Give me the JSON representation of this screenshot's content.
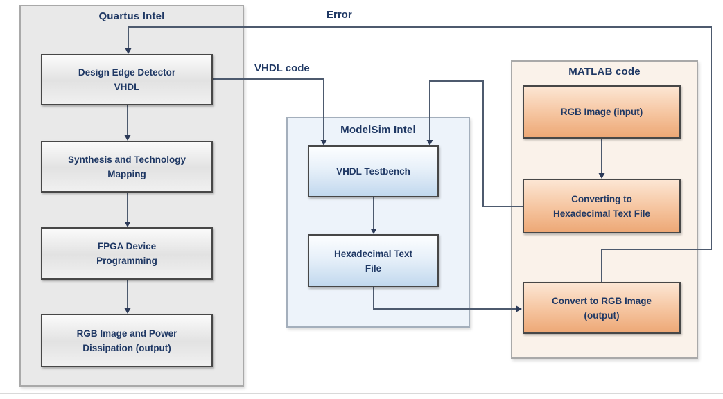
{
  "colors": {
    "page-bg": "#ffffff",
    "navy": "#1f3864",
    "connector": "#4d5a6e",
    "arrow": "#2c3a58",
    "quartus-fill": "#e9e9e9",
    "quartus-border": "#a9a9a9",
    "modelsim-fill": "#edf3fa",
    "modelsim-border": "#a4afbc",
    "matlab-fill": "#faf2ea",
    "matlab-border": "#a9a9a9",
    "box-border": "#474747",
    "gray-top": "#fbfbfb",
    "gray-mid": "#e2e2e2",
    "gray-bot": "#f0f0f0",
    "blue-top": "#fdfeff",
    "blue-mid": "#e7f0f9",
    "blue-bot": "#c1d8ee",
    "orange-top": "#fce6d4",
    "orange-mid": "#f6c7a3",
    "orange-bot": "#eda876",
    "divider": "#d9d9d9"
  },
  "quartus": {
    "title": "Quartus Intel",
    "boxes": [
      [
        "Design Edge Detector",
        "VHDL"
      ],
      [
        "Synthesis and Technology",
        "Mapping"
      ],
      [
        "FPGA Device",
        "Programming"
      ],
      [
        "RGB Image and Power",
        "Dissipation (output)"
      ]
    ]
  },
  "modelsim": {
    "title": "ModelSim Intel",
    "boxes": [
      [
        "VHDL Testbench"
      ],
      [
        "Hexadecimal Text",
        "File"
      ]
    ]
  },
  "matlab": {
    "title": "MATLAB code",
    "boxes": [
      [
        "RGB Image (input)"
      ],
      [
        "Converting to",
        "Hexadecimal Text File"
      ],
      [
        "Convert to RGB Image",
        "(output)"
      ]
    ]
  },
  "labels": {
    "error": "Error",
    "vhdl_code": "VHDL code"
  }
}
